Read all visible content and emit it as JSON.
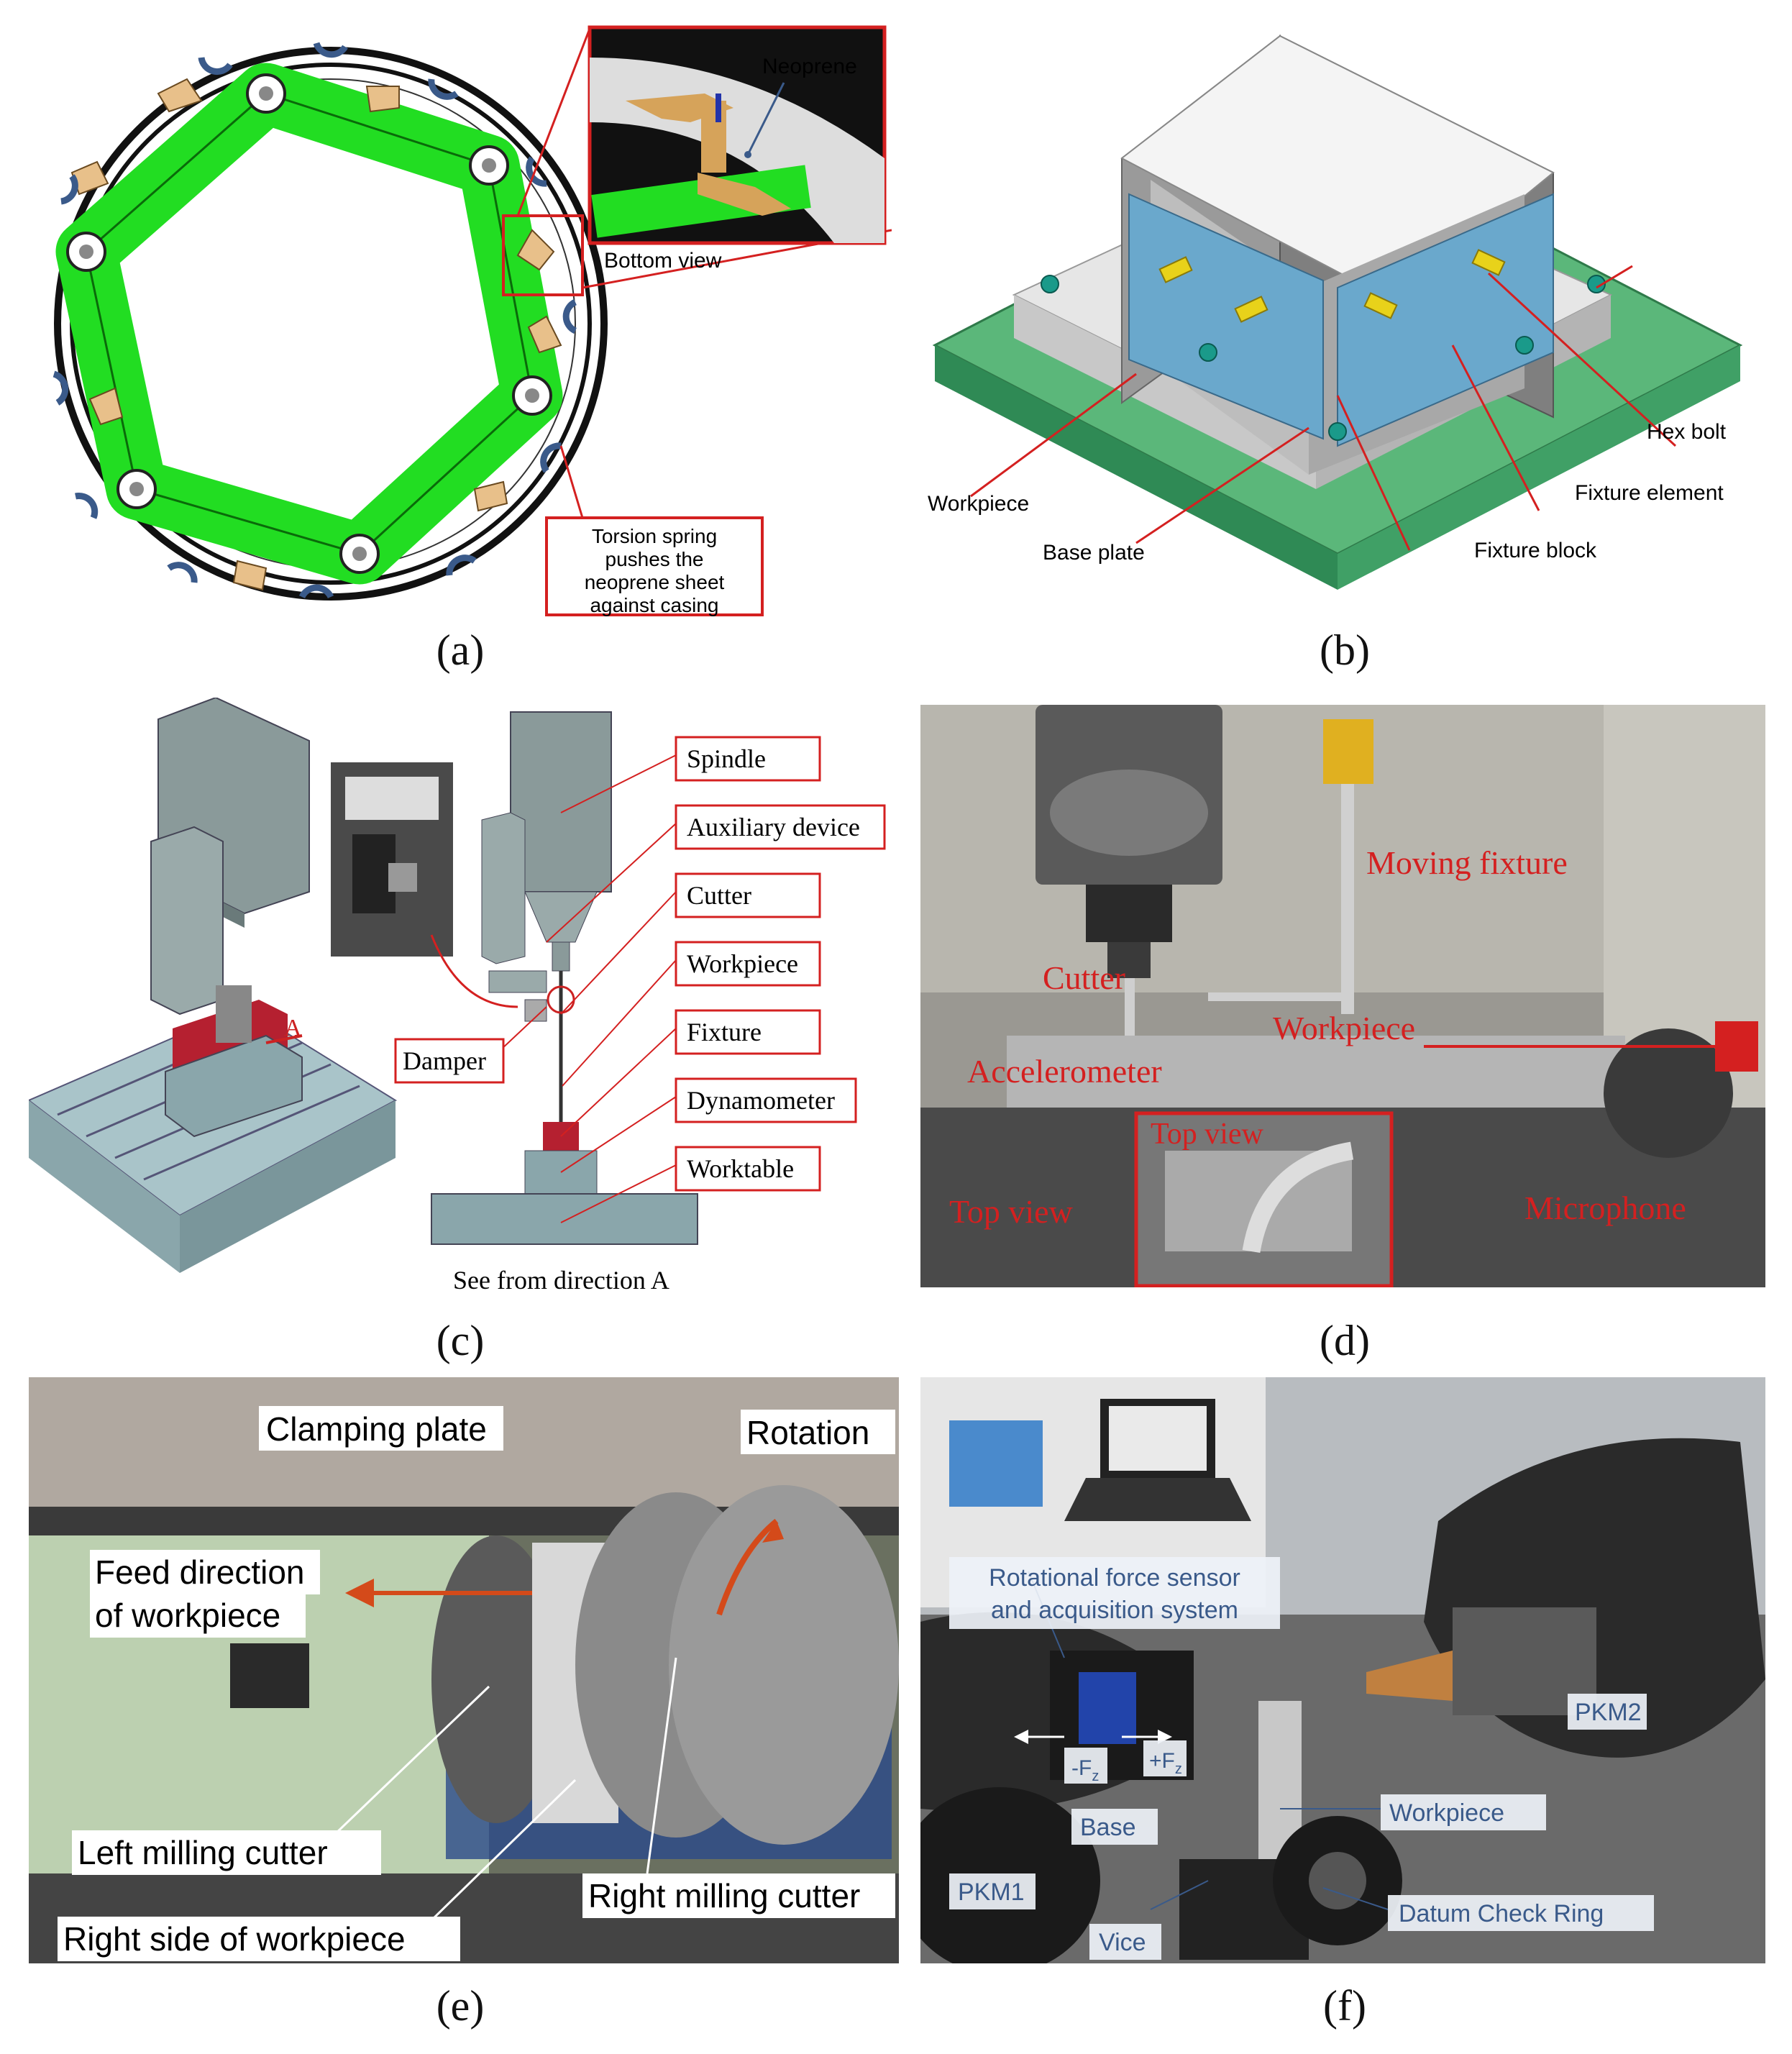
{
  "panels": {
    "a": {
      "caption": "(a)",
      "labels": {
        "neoprene": "Neoprene",
        "bottom_view": "Bottom view",
        "torsion_1": "Torsion spring",
        "torsion_2": "pushes the",
        "torsion_3": "neoprene sheet",
        "torsion_4": "against casing"
      }
    },
    "b": {
      "caption": "(b)",
      "labels": {
        "hex_bolt": "Hex bolt",
        "fixture_element": "Fixture element",
        "fixture_block": "Fixture block",
        "workpiece": "Workpiece",
        "base_plate": "Base plate"
      }
    },
    "c": {
      "caption": "(c)",
      "labels": {
        "spindle": "Spindle",
        "auxiliary_device": "Auxiliary device",
        "cutter": "Cutter",
        "workpiece": "Workpiece",
        "fixture": "Fixture",
        "dynamometer": "Dynamometer",
        "worktable": "Worktable",
        "damper": "Damper",
        "direction_marker": "A",
        "see_from": "See from direction A"
      }
    },
    "d": {
      "caption": "(d)",
      "labels": {
        "moving_fixture": "Moving fixture",
        "cutter": "Cutter",
        "workpiece": "Workpiece",
        "accelerometer": "Accelerometer",
        "top_view_inset": "Top view",
        "top_view": "Top view",
        "microphone": "Microphone"
      }
    },
    "e": {
      "caption": "(e)",
      "labels": {
        "clamping_plate": "Clamping plate",
        "rotation": "Rotation",
        "feed_1": "Feed direction",
        "feed_2": "of workpiece",
        "left_cutter": "Left milling cutter",
        "right_cutter": "Right milling cutter",
        "right_side": "Right side of workpiece"
      }
    },
    "f": {
      "caption": "(f)",
      "labels": {
        "sensor_1": "Rotational force sensor",
        "sensor_2": "and acquisition system",
        "pkm2": "PKM2",
        "neg_fz": "-F",
        "pos_fz": "+F",
        "subscript_z": "z",
        "workpiece": "Workpiece",
        "base": "Base",
        "pkm1": "PKM1",
        "datum_ring": "Datum Check Ring",
        "vice": "Vice"
      }
    }
  },
  "colors": {
    "green_link": "#22dd22",
    "callout_red": "#d42020",
    "label_blue": "#3a5a8a",
    "fixture_blue": "#6aa8cc",
    "base_green": "#5bb77a"
  }
}
